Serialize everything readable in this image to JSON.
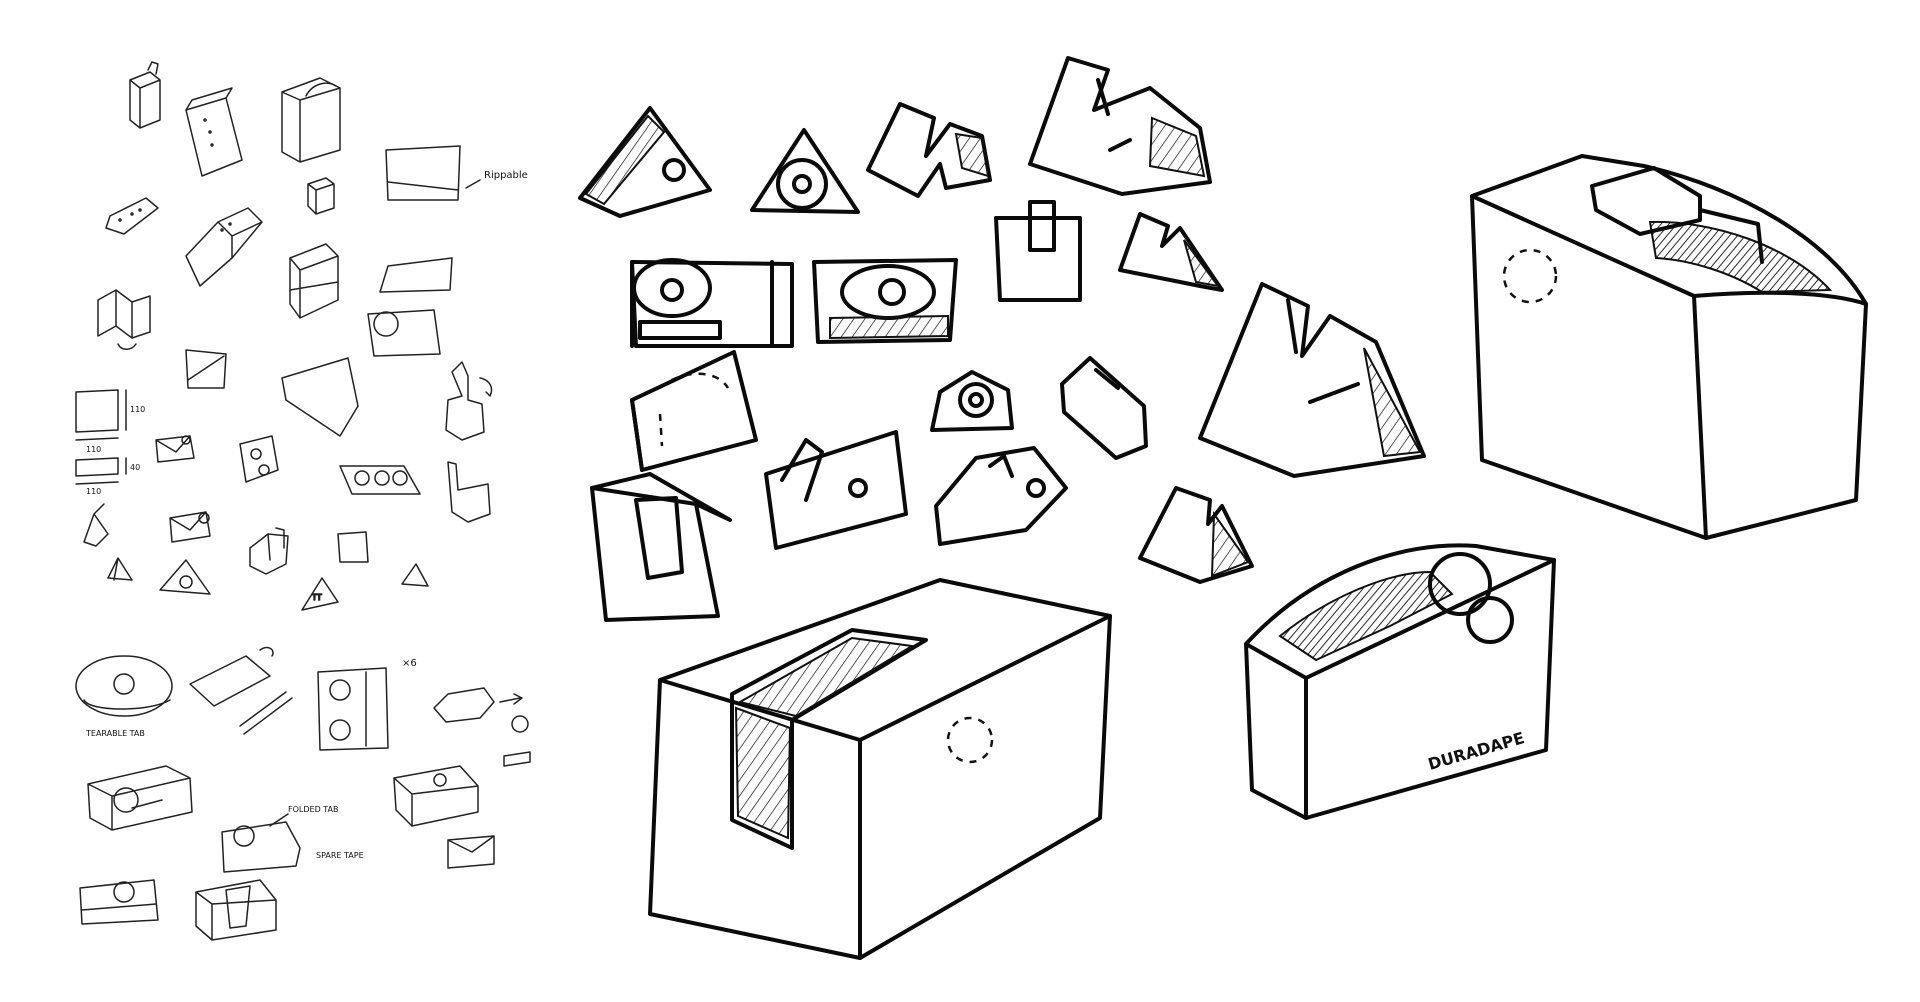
{
  "annotations": {
    "rippable": "Rippable",
    "tearable_tab": "TEARABLE TAB",
    "multiplier": "×6",
    "folded_tab": "FOLDED TAB",
    "spare_tape": "SPARE TAPE",
    "dim_110_a": "110",
    "dim_110_b": "110",
    "dim_40": "40",
    "dim_110_c": "110"
  },
  "brand_text": "DURADAPE",
  "colors": {
    "ink": "#111111",
    "paper": "#ffffff"
  }
}
